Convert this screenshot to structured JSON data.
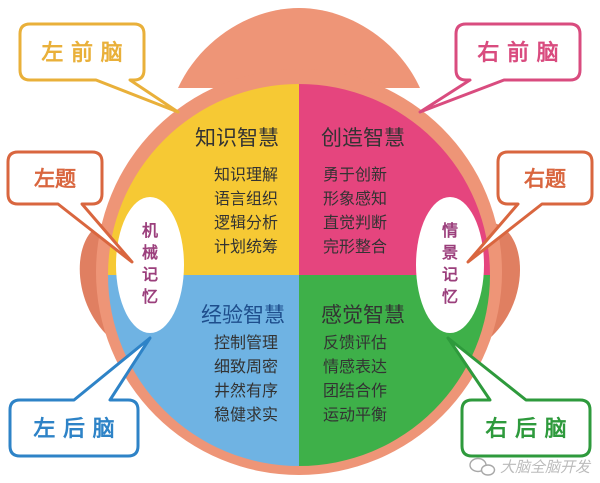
{
  "colors": {
    "head": "#EE9577",
    "head_dark": "#E07F61",
    "q_top_left": "#F6C934",
    "q_top_right": "#E5457E",
    "q_bottom_left": "#6FB3E3",
    "q_bottom_right": "#3EB049",
    "memory_text": "#9B3F7C",
    "left_front": "#E9B03A",
    "right_front": "#D94C7F",
    "left_temporal": "#D9663F",
    "right_temporal": "#D9663F",
    "left_back": "#2E83C7",
    "right_back": "#2E9A3C"
  },
  "quadrants": {
    "top_left": {
      "title": "知识智慧",
      "items": [
        "知识理解",
        "语言组织",
        "逻辑分析",
        "计划统筹"
      ]
    },
    "top_right": {
      "title": "创造智慧",
      "items": [
        "勇于创新",
        "形象感知",
        "直觉判断",
        "完形整合"
      ]
    },
    "bottom_left": {
      "title": "经验智慧",
      "items": [
        "控制管理",
        "细致周密",
        "井然有序",
        "稳健求实"
      ]
    },
    "bottom_right": {
      "title": "感觉智慧",
      "items": [
        "反馈评估",
        "情感表达",
        "团结合作",
        "运动平衡"
      ]
    }
  },
  "memory": {
    "left": [
      "机",
      "械",
      "记",
      "忆"
    ],
    "right": [
      "情",
      "景",
      "记",
      "忆"
    ]
  },
  "callouts": {
    "left_front": "左 前 脑",
    "right_front": "右 前 脑",
    "left_temporal": "左题",
    "right_temporal": "右题",
    "left_back": "左 后 脑",
    "right_back": "右 后 脑"
  },
  "watermark": {
    "icon": "wechat-icon",
    "text": "大脑全脑开发"
  }
}
